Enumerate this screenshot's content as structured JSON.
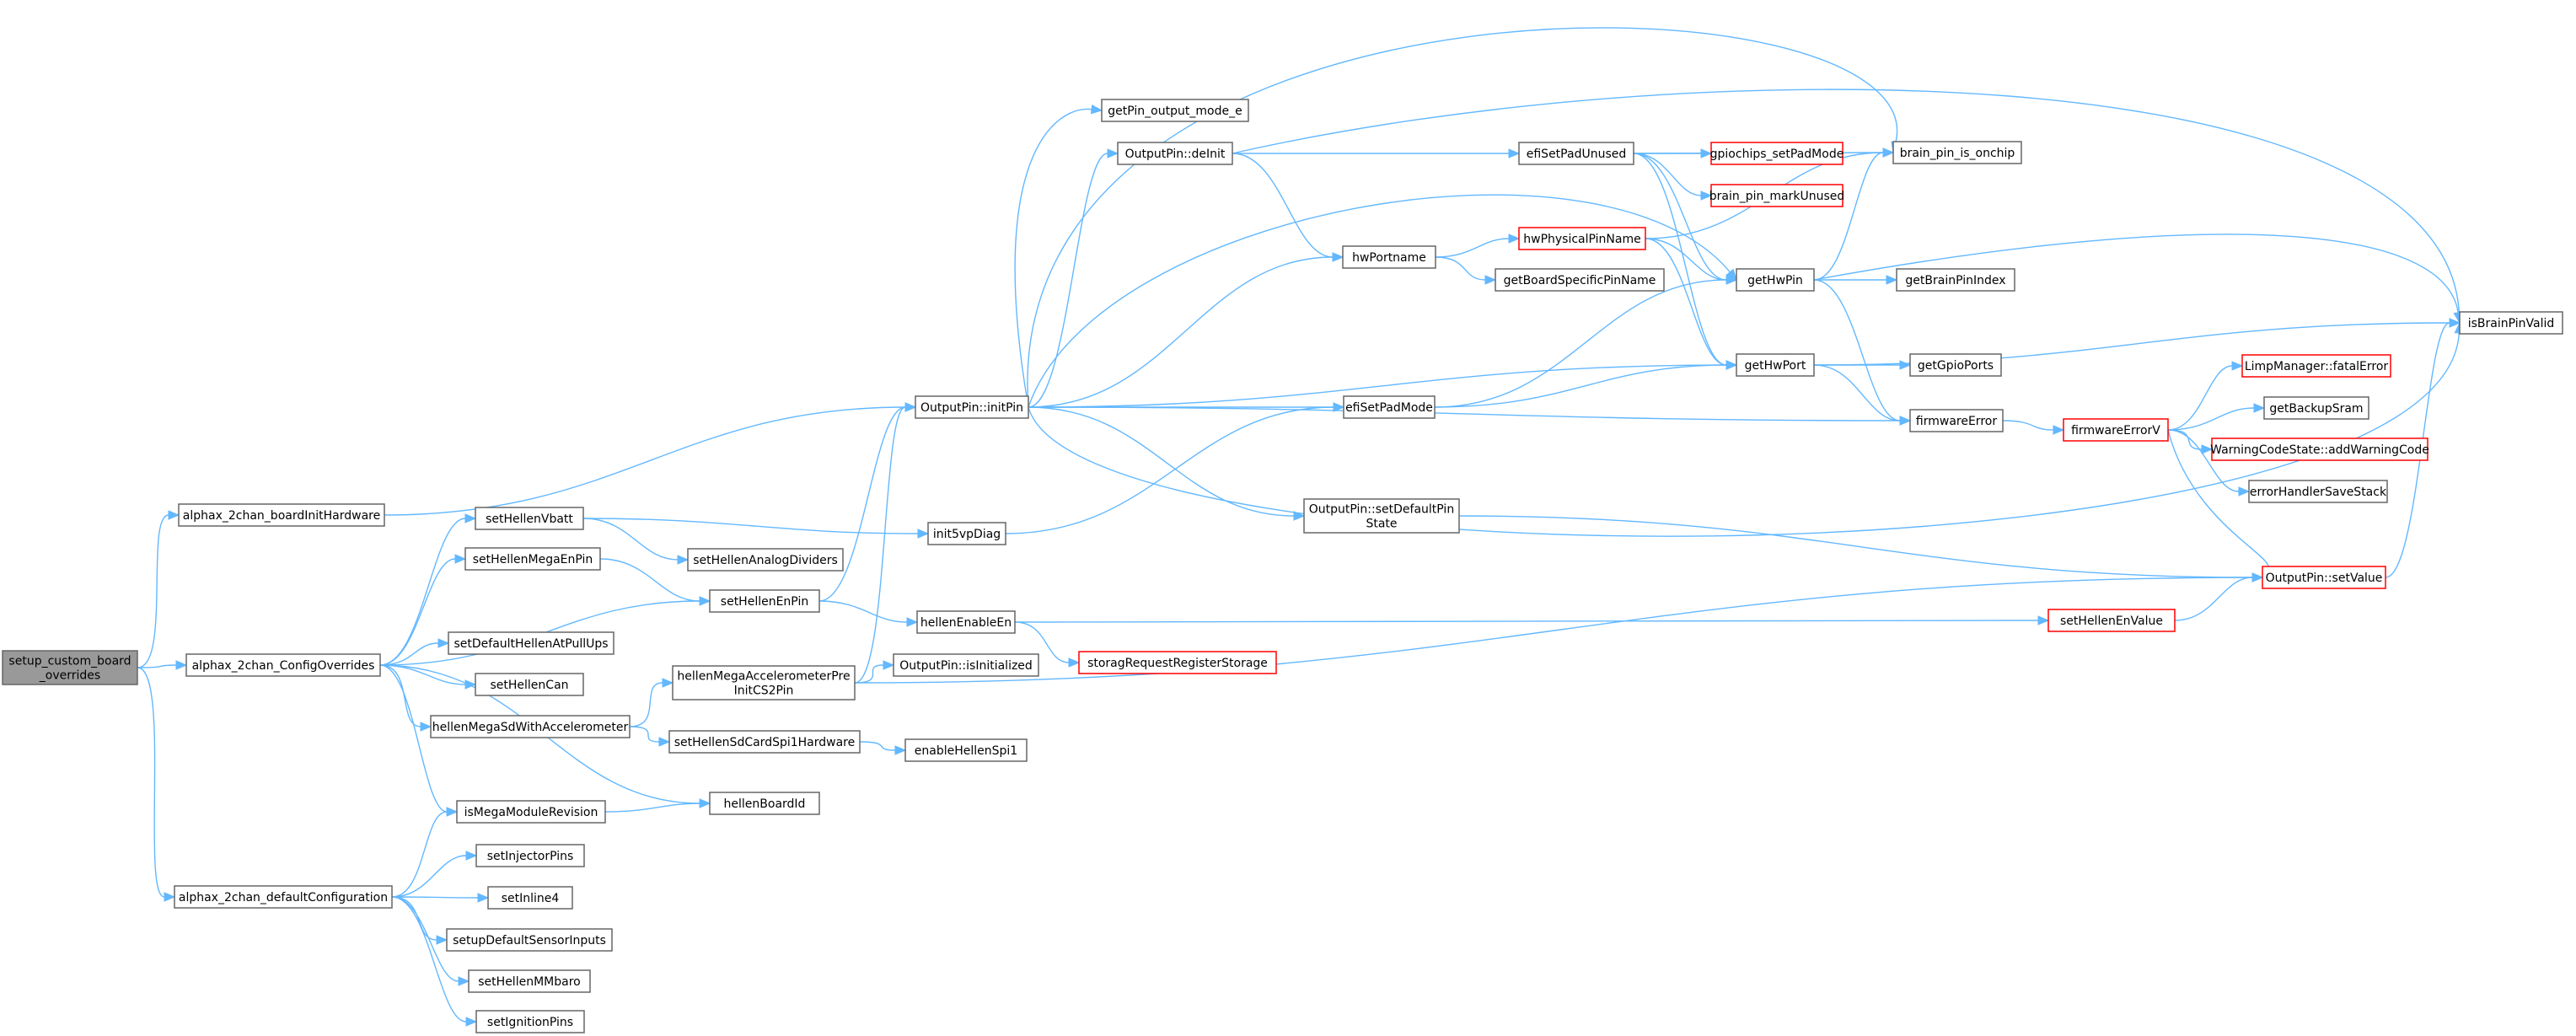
{
  "colors": {
    "edge": "#63b8ff",
    "node_border": "#666666",
    "highlight_border": "#ff0000",
    "root_fill": "#999999",
    "background": "#ffffff"
  },
  "nodes": [
    {
      "id": "root",
      "lines": [
        "setup_custom_board",
        "_overrides"
      ],
      "style": "root"
    },
    {
      "id": "boardInit",
      "lines": [
        "alphax_2chan_boardInitHardware"
      ]
    },
    {
      "id": "configOverrides",
      "lines": [
        "alphax_2chan_ConfigOverrides"
      ]
    },
    {
      "id": "defaultConfig",
      "lines": [
        "alphax_2chan_defaultConfiguration"
      ]
    },
    {
      "id": "initPin",
      "lines": [
        "OutputPin::initPin"
      ]
    },
    {
      "id": "setHellenVbatt",
      "lines": [
        "setHellenVbatt"
      ]
    },
    {
      "id": "setHellenMegaEnPin",
      "lines": [
        "setHellenMegaEnPin"
      ]
    },
    {
      "id": "setHellenEnPin",
      "lines": [
        "setHellenEnPin"
      ]
    },
    {
      "id": "setDefaultHellenAtPullUps",
      "lines": [
        "setDefaultHellenAtPullUps"
      ]
    },
    {
      "id": "setHellenCan",
      "lines": [
        "setHellenCan"
      ]
    },
    {
      "id": "hellenMegaSd",
      "lines": [
        "hellenMegaSdWithAccelerometer"
      ]
    },
    {
      "id": "isMegaModuleRevision",
      "lines": [
        "isMegaModuleRevision"
      ]
    },
    {
      "id": "hellenBoardId",
      "lines": [
        "hellenBoardId"
      ]
    },
    {
      "id": "setInjectorPins",
      "lines": [
        "setInjectorPins"
      ]
    },
    {
      "id": "setInline4",
      "lines": [
        "setInline4"
      ]
    },
    {
      "id": "setupDefaultSensorInputs",
      "lines": [
        "setupDefaultSensorInputs"
      ]
    },
    {
      "id": "setHellenMMbaro",
      "lines": [
        "setHellenMMbaro"
      ]
    },
    {
      "id": "setIgnitionPins",
      "lines": [
        "setIgnitionPins"
      ]
    },
    {
      "id": "setHellenAnalogDividers",
      "lines": [
        "setHellenAnalogDividers"
      ]
    },
    {
      "id": "hellenMegaAccel",
      "lines": [
        "hellenMegaAccelerometerPre",
        "InitCS2Pin"
      ]
    },
    {
      "id": "setHellenSdCardSpi1",
      "lines": [
        "setHellenSdCardSpi1Hardware"
      ]
    },
    {
      "id": "enableHellenSpi1",
      "lines": [
        "enableHellenSpi1"
      ]
    },
    {
      "id": "isInitialized",
      "lines": [
        "OutputPin::isInitialized"
      ]
    },
    {
      "id": "init5vpDiag",
      "lines": [
        "init5vpDiag"
      ]
    },
    {
      "id": "hellenEnableEn",
      "lines": [
        "hellenEnableEn"
      ]
    },
    {
      "id": "storageRequest",
      "lines": [
        "storagRequestRegisterStorage"
      ],
      "style": "red"
    },
    {
      "id": "getPinOutputMode",
      "lines": [
        "getPin_output_mode_e"
      ]
    },
    {
      "id": "deInit",
      "lines": [
        "OutputPin::deInit"
      ]
    },
    {
      "id": "hwPortname",
      "lines": [
        "hwPortname"
      ]
    },
    {
      "id": "efiSetPadMode",
      "lines": [
        "efiSetPadMode"
      ]
    },
    {
      "id": "setDefaultPinState",
      "lines": [
        "OutputPin::setDefaultPin",
        "State"
      ]
    },
    {
      "id": "efiSetPadUnused",
      "lines": [
        "efiSetPadUnused"
      ]
    },
    {
      "id": "hwPhysicalPinName",
      "lines": [
        "hwPhysicalPinName"
      ],
      "style": "red"
    },
    {
      "id": "getBoardSpecificPinName",
      "lines": [
        "getBoardSpecificPinName"
      ]
    },
    {
      "id": "gpiochipsSetPadMode",
      "lines": [
        "gpiochips_setPadMode"
      ],
      "style": "red"
    },
    {
      "id": "brainPinMarkUnused",
      "lines": [
        "brain_pin_markUnused"
      ],
      "style": "red"
    },
    {
      "id": "brainPinIsOnchip",
      "lines": [
        "brain_pin_is_onchip"
      ]
    },
    {
      "id": "getHwPin",
      "lines": [
        "getHwPin"
      ]
    },
    {
      "id": "getHwPort",
      "lines": [
        "getHwPort"
      ]
    },
    {
      "id": "getBrainPinIndex",
      "lines": [
        "getBrainPinIndex"
      ]
    },
    {
      "id": "getGpioPorts",
      "lines": [
        "getGpioPorts"
      ]
    },
    {
      "id": "firmwareError",
      "lines": [
        "firmwareError"
      ]
    },
    {
      "id": "firmwareErrorV",
      "lines": [
        "firmwareErrorV"
      ],
      "style": "red"
    },
    {
      "id": "setHellenEnValue",
      "lines": [
        "setHellenEnValue"
      ],
      "style": "red"
    },
    {
      "id": "setValue",
      "lines": [
        "OutputPin::setValue"
      ],
      "style": "red"
    },
    {
      "id": "isBrainPinValid",
      "lines": [
        "isBrainPinValid"
      ]
    },
    {
      "id": "fatalError",
      "lines": [
        "LimpManager::fatalError"
      ],
      "style": "red"
    },
    {
      "id": "getBackupSram",
      "lines": [
        "getBackupSram"
      ]
    },
    {
      "id": "addWarningCode",
      "lines": [
        "WarningCodeState::addWarningCode"
      ],
      "style": "red"
    },
    {
      "id": "errorHandlerSaveStack",
      "lines": [
        "errorHandlerSaveStack"
      ]
    }
  ],
  "edges": [
    [
      "root",
      "boardInit"
    ],
    [
      "root",
      "configOverrides"
    ],
    [
      "root",
      "defaultConfig"
    ],
    [
      "boardInit",
      "initPin"
    ],
    [
      "configOverrides",
      "setHellenVbatt"
    ],
    [
      "configOverrides",
      "setHellenMegaEnPin"
    ],
    [
      "configOverrides",
      "setHellenEnPin"
    ],
    [
      "configOverrides",
      "setDefaultHellenAtPullUps"
    ],
    [
      "configOverrides",
      "setHellenCan"
    ],
    [
      "configOverrides",
      "hellenMegaSd"
    ],
    [
      "configOverrides",
      "isMegaModuleRevision"
    ],
    [
      "configOverrides",
      "hellenBoardId"
    ],
    [
      "defaultConfig",
      "isMegaModuleRevision"
    ],
    [
      "defaultConfig",
      "setInjectorPins"
    ],
    [
      "defaultConfig",
      "setInline4"
    ],
    [
      "defaultConfig",
      "setupDefaultSensorInputs"
    ],
    [
      "defaultConfig",
      "setHellenMMbaro"
    ],
    [
      "defaultConfig",
      "setIgnitionPins"
    ],
    [
      "setHellenVbatt",
      "setHellenAnalogDividers"
    ],
    [
      "setHellenVbatt",
      "init5vpDiag"
    ],
    [
      "setHellenMegaEnPin",
      "setHellenEnPin"
    ],
    [
      "setHellenEnPin",
      "initPin"
    ],
    [
      "setHellenEnPin",
      "hellenEnableEn"
    ],
    [
      "hellenMegaSd",
      "hellenMegaAccel"
    ],
    [
      "hellenMegaSd",
      "setHellenSdCardSpi1"
    ],
    [
      "isMegaModuleRevision",
      "hellenBoardId"
    ],
    [
      "hellenMegaAccel",
      "initPin"
    ],
    [
      "hellenMegaAccel",
      "isInitialized"
    ],
    [
      "hellenMegaAccel",
      "setValue"
    ],
    [
      "setHellenSdCardSpi1",
      "enableHellenSpi1"
    ],
    [
      "init5vpDiag",
      "efiSetPadMode"
    ],
    [
      "hellenEnableEn",
      "storageRequest"
    ],
    [
      "hellenEnableEn",
      "setHellenEnValue"
    ],
    [
      "initPin",
      "getPinOutputMode"
    ],
    [
      "initPin",
      "deInit"
    ],
    [
      "initPin",
      "brainPinIsOnchip"
    ],
    [
      "initPin",
      "hwPortname"
    ],
    [
      "initPin",
      "getHwPin"
    ],
    [
      "initPin",
      "getHwPort"
    ],
    [
      "initPin",
      "efiSetPadMode"
    ],
    [
      "initPin",
      "firmwareError"
    ],
    [
      "initPin",
      "setDefaultPinState"
    ],
    [
      "initPin",
      "isBrainPinValid"
    ],
    [
      "deInit",
      "efiSetPadUnused"
    ],
    [
      "deInit",
      "hwPortname"
    ],
    [
      "deInit",
      "isBrainPinValid"
    ],
    [
      "hwPortname",
      "hwPhysicalPinName"
    ],
    [
      "hwPortname",
      "getBoardSpecificPinName"
    ],
    [
      "efiSetPadMode",
      "getHwPin"
    ],
    [
      "efiSetPadMode",
      "getHwPort"
    ],
    [
      "setDefaultPinState",
      "setValue"
    ],
    [
      "efiSetPadUnused",
      "gpiochipsSetPadMode"
    ],
    [
      "efiSetPadUnused",
      "brainPinMarkUnused"
    ],
    [
      "efiSetPadUnused",
      "brainPinIsOnchip"
    ],
    [
      "efiSetPadUnused",
      "getHwPin"
    ],
    [
      "efiSetPadUnused",
      "getHwPort"
    ],
    [
      "hwPhysicalPinName",
      "brainPinIsOnchip"
    ],
    [
      "hwPhysicalPinName",
      "getHwPin"
    ],
    [
      "hwPhysicalPinName",
      "getHwPort"
    ],
    [
      "getHwPin",
      "brainPinIsOnchip"
    ],
    [
      "getHwPin",
      "getBrainPinIndex"
    ],
    [
      "getHwPin",
      "isBrainPinValid"
    ],
    [
      "getHwPin",
      "firmwareError"
    ],
    [
      "getHwPort",
      "getGpioPorts"
    ],
    [
      "getHwPort",
      "firmwareError"
    ],
    [
      "getHwPort",
      "isBrainPinValid"
    ],
    [
      "firmwareError",
      "firmwareErrorV"
    ],
    [
      "firmwareErrorV",
      "fatalError"
    ],
    [
      "firmwareErrorV",
      "getBackupSram"
    ],
    [
      "firmwareErrorV",
      "addWarningCode"
    ],
    [
      "firmwareErrorV",
      "errorHandlerSaveStack"
    ],
    [
      "firmwareErrorV",
      "setValue"
    ],
    [
      "setHellenEnValue",
      "setValue"
    ],
    [
      "setValue",
      "isBrainPinValid"
    ]
  ]
}
